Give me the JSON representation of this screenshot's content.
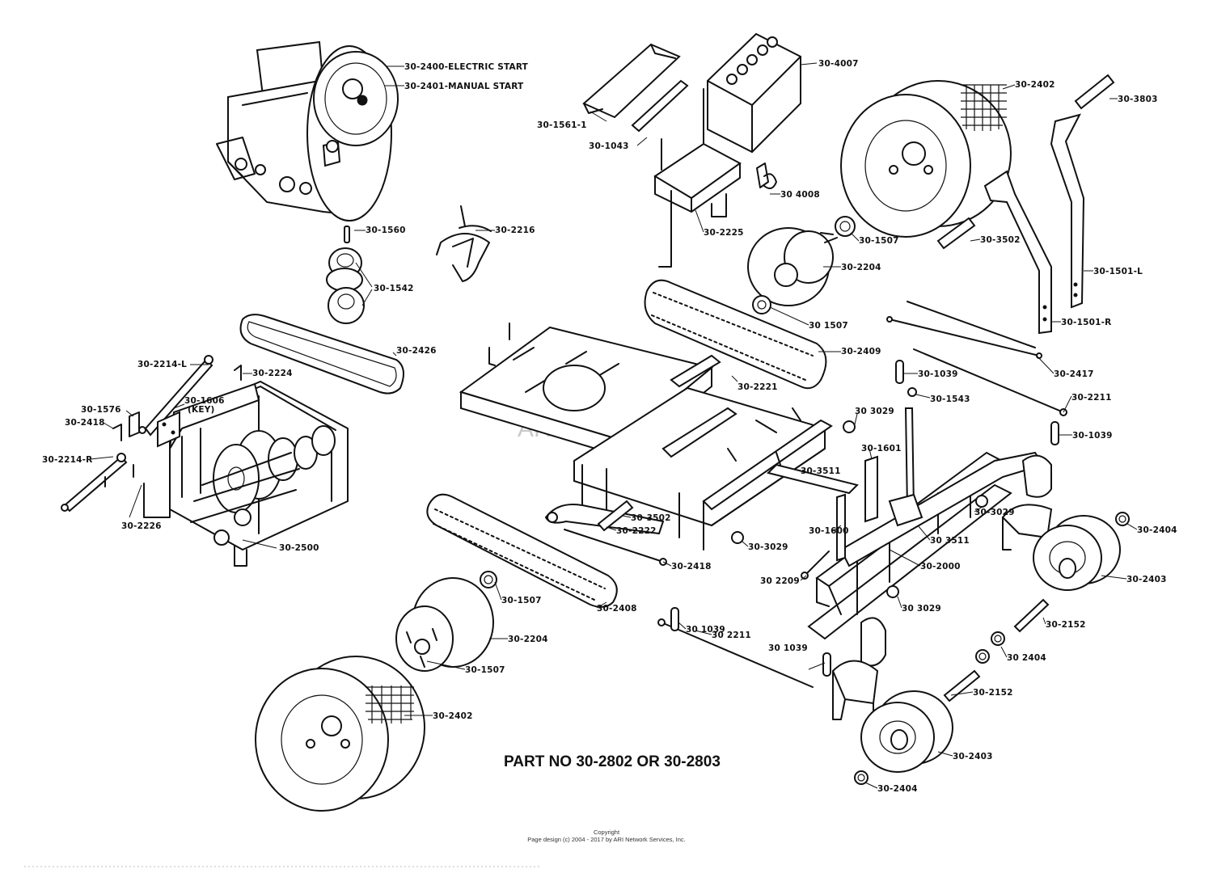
{
  "part_title": "PART NO  30-2802 OR 30-2803",
  "watermark": "ARI PartStream™",
  "copyright": {
    "line1": "Copyright",
    "line2": "Page design (c) 2004 - 2017 by ARI Network Services, Inc."
  },
  "callouts": {
    "engine_electric": "30-2400-ELECTRIC START",
    "engine_manual": "30-2401-MANUAL START",
    "key_1560": "30-1560",
    "pulley_1542": "30-1542",
    "bracket_2216": "30-2216",
    "belt_2426": "30-2426",
    "rail_2214_l": "30-2214-L",
    "part_2224": "30-2224",
    "part_1606": "30-1606",
    "part_1606_key": "(KEY)",
    "part_1576": "30-1576",
    "part_2418_left": "30-2418",
    "rail_2214_r": "30-2214-R",
    "part_2226": "30-2226",
    "transaxle_2500": "30-2500",
    "shield_1561": "30-1561-1",
    "part_1043": "30-1043",
    "battery_4007": "30-4007",
    "part_4008": "30 4008",
    "tray_2225": "30-2225",
    "bearing_1507_a": "30-1507",
    "hub_2204_a": "30-2204",
    "bearing_1507_b": "30 1507",
    "chain_2409": "30-2409",
    "part_2221": "30-2221",
    "tire_2402_a": "30-2402",
    "grip_3803": "30-3803",
    "grip_3502_a": "30-3502",
    "handle_1501_l": "30-1501-L",
    "handle_1501_r": "30-1501-R",
    "rod_2417": "30-2417",
    "link_1039_a": "30-1039",
    "ball_1543": "30-1543",
    "rod_2211_a": "30-2211",
    "link_1039_b": "30-1039",
    "washer_3029_a": "30 3029",
    "part_1601": "30-1601",
    "part_3511_a": "30-3511",
    "grip_3502_b": "30-3502",
    "part_2222": "30-2222",
    "washer_3029_b": "30-3029",
    "part_1600": "30-1600",
    "part_3511_b": "30 3511",
    "washer_3029_c": "30-3029",
    "frame_2000": "30-2000",
    "spring_2209": "30 2209",
    "washer_3029_d": "30 3029",
    "rod_2418": "30-2418",
    "chain_2408": "30-2408",
    "bearing_1507_c": "30-1507",
    "link_1039_c": "30 1039",
    "rod_2211_b": "30 2211",
    "link_1039_d": "30 1039",
    "hub_2204_b": "30-2204",
    "bearing_1507_d": "30-1507",
    "tire_2402_b": "30-2402",
    "nut_2404_a": "30-2404",
    "wheel_2403_a": "30-2403",
    "axle_2152_a": "30-2152",
    "nut_2404_b": "30 2404",
    "axle_2152_b": "30-2152",
    "wheel_2403_b": "30-2403",
    "nut_2404_c": "30-2404"
  }
}
